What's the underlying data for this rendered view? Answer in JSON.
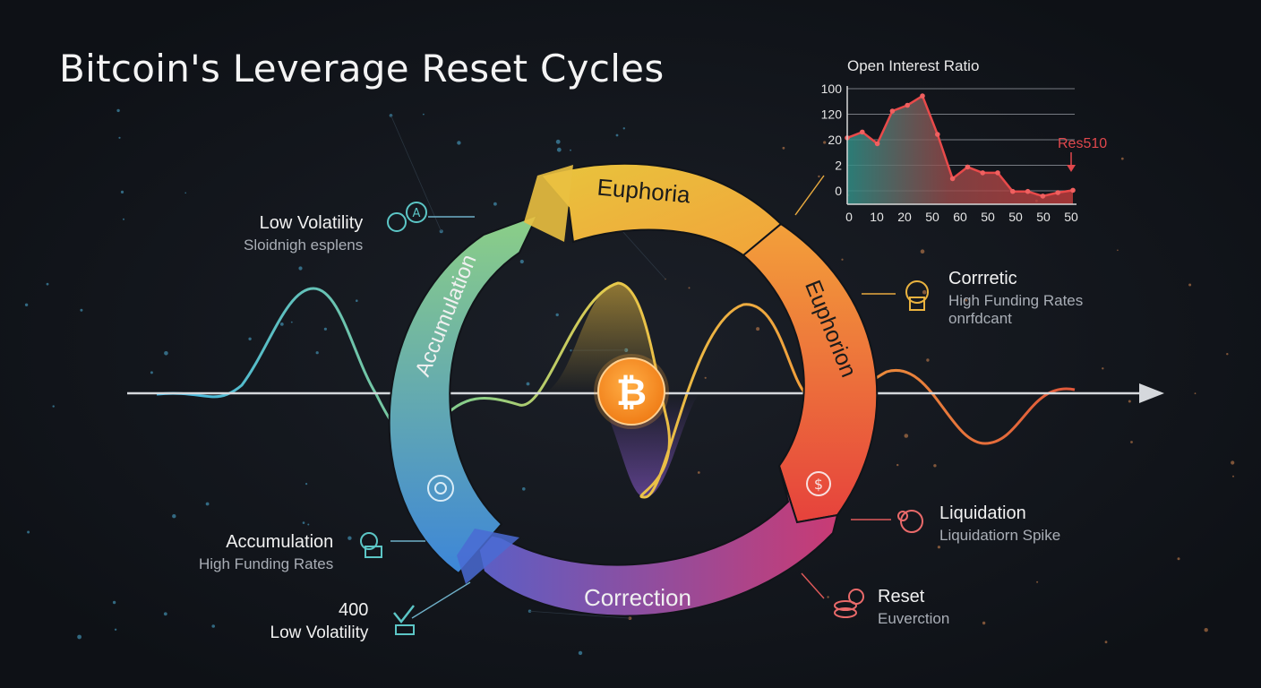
{
  "title": "Bitcoin's Leverage Reset Cycles",
  "cycle": {
    "center_symbol": "₿",
    "segments": [
      {
        "label": "Euphoria",
        "color": "#f2b637"
      },
      {
        "label": "Euphorion",
        "color": "#f07a3a"
      },
      {
        "label": "Correction",
        "color": "#8a4fb8"
      },
      {
        "label": "Accumulation",
        "color": "#4fa8d8"
      }
    ]
  },
  "callouts": {
    "low_volatility_top": {
      "main": "Low Volatility",
      "sub": "Sloidnigh esplens"
    },
    "accumulation": {
      "main": "Accumulation",
      "sub": "High Funding Rates"
    },
    "low_volatility_bottom": {
      "main": "400",
      "sub": "Low Volatility"
    },
    "corretic": {
      "main": "Corrretic",
      "sub": "High Funding Rates",
      "sub2": "onrfdcant"
    },
    "liquidation": {
      "main": "Liquidation",
      "sub": "Liquidatiorn Spike"
    },
    "reset": {
      "main": "Reset",
      "sub": "Euverction"
    }
  },
  "icons": [
    "chart-badge-icon",
    "settings-gear-icon",
    "alert-badge-icon",
    "coin-dollar-icon",
    "liquidation-icon",
    "coin-stack-icon",
    "check-chart-icon",
    "bitcoin-icon"
  ],
  "chart_data": {
    "type": "area",
    "title": "Open Interest Ratio",
    "x_tick_labels": [
      "0",
      "10",
      "20",
      "50",
      "60",
      "50",
      "50",
      "50",
      "50"
    ],
    "y_tick_labels": [
      "100",
      "120",
      "20",
      "2",
      "0"
    ],
    "values": [
      0.57,
      0.62,
      0.52,
      0.8,
      0.85,
      0.93,
      0.6,
      0.22,
      0.32,
      0.27,
      0.27,
      0.11,
      0.11,
      0.07,
      0.1,
      0.12
    ],
    "annotations": [
      {
        "text": "Res510",
        "color": "#e0474c"
      }
    ],
    "colors": {
      "line": "#e84a4a",
      "fill_top": "#d94747",
      "fill_left": "#2f8e86",
      "grid": "#777b82"
    },
    "grid": true
  }
}
